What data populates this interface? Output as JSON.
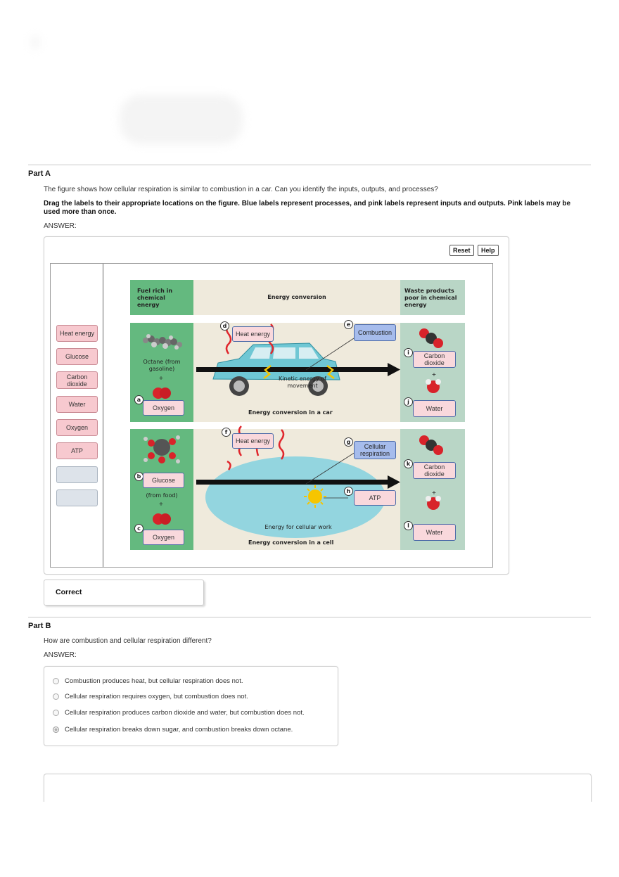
{
  "partA": {
    "title": "Part A",
    "intro": "The figure shows how cellular respiration is similar to combustion in a car. Can you identify the inputs, outputs, and processes?",
    "instructions": "Drag the labels to their appropriate locations on the figure. Blue labels represent processes, and pink labels represent inputs and outputs. Pink labels may be used more than once.",
    "answer_label": "ANSWER:",
    "reset_label": "Reset",
    "help_label": "Help",
    "label_bank": [
      "Heat energy",
      "Glucose",
      "Carbon dioxide",
      "Water",
      "Oxygen",
      "ATP"
    ],
    "figure": {
      "col_fuel": "Fuel rich in chemical energy",
      "col_energy": "Energy conversion",
      "col_waste": "Waste products poor in chemical energy",
      "octane": "Octane (from gasoline)",
      "glucose_food": "(from food)",
      "plus": "+",
      "kinetic": "Kinetic energy of movement",
      "energy_car": "Energy conversion in a car",
      "energy_cell_work": "Energy for cellular work",
      "energy_cell": "Energy conversion in a cell",
      "markers": [
        "a",
        "b",
        "c",
        "d",
        "e",
        "f",
        "g",
        "h",
        "i",
        "j",
        "k",
        "l"
      ],
      "placed": {
        "a": "Oxygen",
        "b": "Glucose",
        "c": "Oxygen",
        "d": "Heat energy",
        "e": "Combustion",
        "f": "Heat energy",
        "g": "Cellular respiration",
        "h": "ATP",
        "i": "Carbon dioxide",
        "j": "Water",
        "k": "Carbon dioxide",
        "l": "Water"
      }
    },
    "feedback": "Correct"
  },
  "partB": {
    "title": "Part B",
    "question": "How are combustion and cellular respiration different?",
    "answer_label": "ANSWER:",
    "options": [
      "Combustion produces heat, but cellular respiration does not.",
      "Cellular respiration requires oxygen, but combustion does not.",
      "Cellular respiration produces carbon dioxide and water, but combustion does not.",
      "Cellular respiration breaks down sugar, and combustion breaks down octane."
    ],
    "selected_index": 3
  },
  "colors": {
    "green": "#64b97f",
    "beige": "#efeadc",
    "sage": "#b9d6c6",
    "pink": "#f7c9cf",
    "blue": "#a6bcec"
  }
}
